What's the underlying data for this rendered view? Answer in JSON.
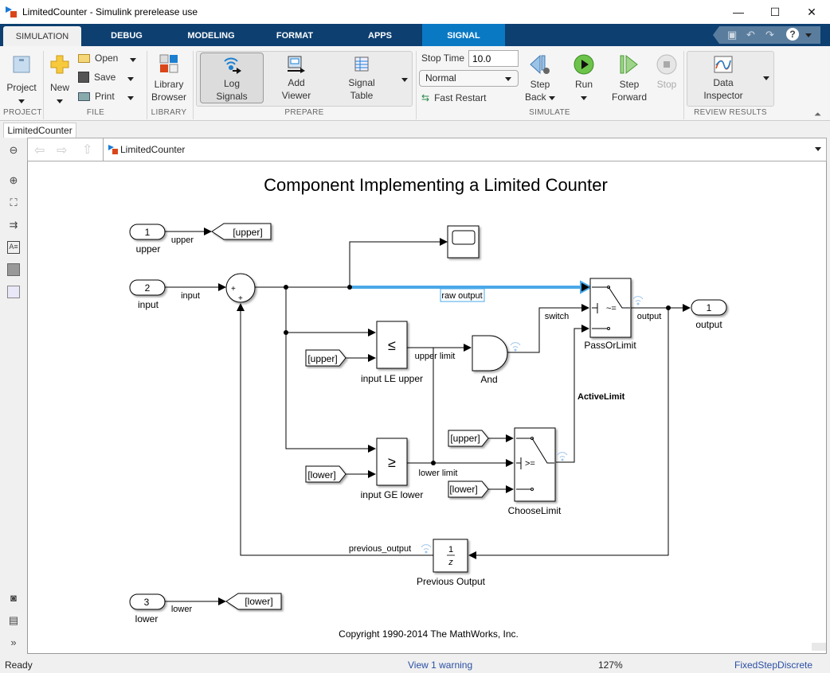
{
  "window": {
    "title": "LimitedCounter - Simulink prerelease use",
    "controls": {
      "minimize": "—",
      "maximize": "☐",
      "close": "✕"
    }
  },
  "ribbon_tabs": [
    {
      "label": "SIMULATION",
      "active": true
    },
    {
      "label": "DEBUG"
    },
    {
      "label": "MODELING"
    },
    {
      "label": "FORMAT"
    },
    {
      "label": "APPS"
    },
    {
      "label": "SIGNAL",
      "contextual": true
    }
  ],
  "quick_access": {
    "save": "save-icon",
    "undo": "undo-icon",
    "redo": "redo-icon",
    "help": "?"
  },
  "ribbon": {
    "project": {
      "label": "Project",
      "group": "PROJECT"
    },
    "file": {
      "new": "New",
      "open": "Open",
      "save": "Save",
      "print": "Print",
      "group": "FILE"
    },
    "library": {
      "line1": "Library",
      "line2": "Browser",
      "group": "LIBRARY"
    },
    "prepare": {
      "log_line1": "Log",
      "log_line2": "Signals",
      "viewer_line1": "Add",
      "viewer_line2": "Viewer",
      "table_line1": "Signal",
      "table_line2": "Table",
      "group": "PREPARE"
    },
    "simulate": {
      "stop_time_label": "Stop Time",
      "stop_time_value": "10.0",
      "mode_value": "Normal",
      "fast_restart": "Fast Restart",
      "step_back_line1": "Step",
      "step_back_line2": "Back",
      "run": "Run",
      "step_fwd_line1": "Step",
      "step_fwd_line2": "Forward",
      "stop": "Stop",
      "group": "SIMULATE"
    },
    "review": {
      "line1": "Data",
      "line2": "Inspector",
      "group": "REVIEW RESULTS"
    }
  },
  "document_tab": "LimitedCounter",
  "breadcrumb": {
    "path": "LimitedCounter"
  },
  "diagram": {
    "title": "Component Implementing a Limited Counter",
    "copyright": "Copyright 1990-2014 The MathWorks, Inc.",
    "inports": [
      {
        "num": "1",
        "name": "upper",
        "signal": "upper"
      },
      {
        "num": "2",
        "name": "input",
        "signal": "input"
      },
      {
        "num": "3",
        "name": "lower",
        "signal": "lower"
      }
    ],
    "outport": {
      "num": "1",
      "name": "output"
    },
    "goto_tags": {
      "upper": "[upper]",
      "lower": "[lower]"
    },
    "from_tags": {
      "upper": "[upper]",
      "lower": "[lower]"
    },
    "sum_signs": [
      "+",
      "+"
    ],
    "blocks": {
      "le": {
        "symbol": "≤",
        "name": "input LE upper"
      },
      "ge": {
        "symbol": "≥",
        "name": "input GE lower"
      },
      "and": {
        "name": "And"
      },
      "pass": {
        "name": "PassOrLimit",
        "criterion": "~="
      },
      "choose": {
        "name": "ChooseLimit",
        "criterion": ">="
      },
      "delay": {
        "num": "1",
        "den": "z",
        "name": "Previous Output"
      }
    },
    "signals": {
      "raw_output": "raw output",
      "switch": "switch",
      "output": "output",
      "upper_limit": "upper limit",
      "lower_limit": "lower limit",
      "active_limit": "ActiveLimit",
      "previous_output": "previous_output"
    }
  },
  "status": {
    "state": "Ready",
    "warning": "View 1 warning",
    "zoom": "127%",
    "solver": "FixedStepDiscrete"
  },
  "colors": {
    "ribbon_bar": "#0d3f70",
    "signal_tab": "#0a79c4",
    "selection": "#4aa8e8",
    "link": "#2a4fa3"
  }
}
